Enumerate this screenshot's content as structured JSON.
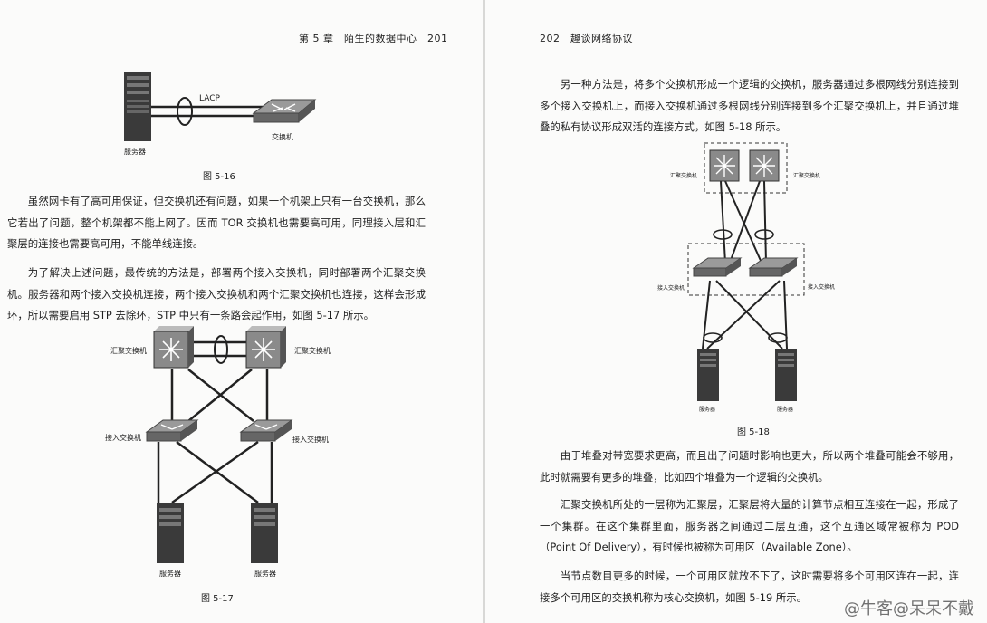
{
  "left_page": {
    "header": "第 5 章　陌生的数据中心　201",
    "figure_16": {
      "server_label": "服务器",
      "link_label": "LACP",
      "switch_label": "交换机",
      "caption": "图 5-16"
    },
    "para1": "虽然网卡有了高可用保证，但交换机还有问题，如果一个机架上只有一台交换机，那么它若出了问题，整个机架都不能上网了。因而 TOR 交换机也需要高可用，同理接入层和汇聚层的连接也需要高可用，不能单线连接。",
    "para2": "为了解决上述问题，最传统的方法是，部署两个接入交换机，同时部署两个汇聚交换机。服务器和两个接入交换机连接，两个接入交换机和两个汇聚交换机也连接，这样会形成环，所以需要启用 STP 去除环，STP 中只有一条路会起作用，如图 5-17 所示。",
    "figure_17": {
      "agg_left": "汇聚交换机",
      "agg_right": "汇聚交换机",
      "acc_left": "接入交换机",
      "acc_right": "接入交换机",
      "srv_left": "服务器",
      "srv_right": "服务器",
      "caption": "图 5-17"
    }
  },
  "right_page": {
    "header": "202　趣谈网络协议",
    "para1": "另一种方法是，将多个交换机形成一个逻辑的交换机，服务器通过多根网线分别连接到多个接入交换机上，而接入交换机通过多根网线分别连接到多个汇聚交换机上，并且通过堆叠的私有协议形成双活的连接方式，如图 5-18 所示。",
    "figure_18": {
      "agg_left": "汇聚交换机",
      "agg_right": "汇聚交换机",
      "acc_label": "接入交换机",
      "acc_right": "接入交换机",
      "srv_left": "服务器",
      "srv_right": "服务器",
      "caption": "图 5-18"
    },
    "para2": "由于堆叠对带宽要求更高，而且出了问题时影响也更大，所以两个堆叠可能会不够用，此时就需要有更多的堆叠，比如四个堆叠为一个逻辑的交换机。",
    "para3": "汇聚交换机所处的一层称为汇聚层，汇聚层将大量的计算节点相互连接在一起，形成了一个集群。在这个集群里面，服务器之间通过二层互通，这个互通区域常被称为 POD（Point Of Delivery），有时候也被称为可用区（Available Zone）。",
    "para4": "当节点数目更多的时候，一个可用区就放不下了，这时需要将多个可用区连在一起，连接多个可用区的交换机称为核心交换机，如图 5-19 所示。",
    "watermark": "@牛客@呆呆不戴"
  }
}
